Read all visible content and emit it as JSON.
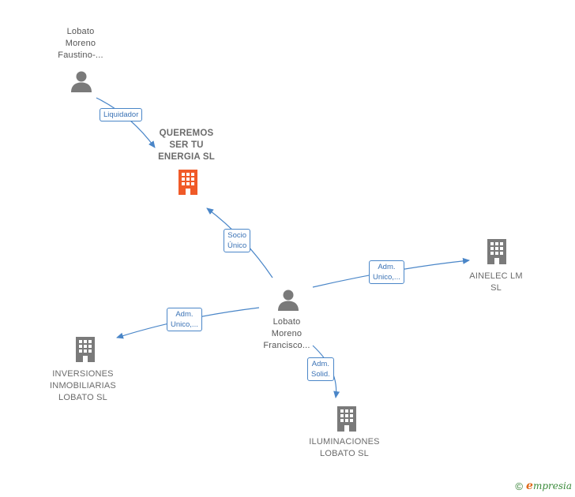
{
  "nodes": {
    "faustino": {
      "lines": [
        "Lobato",
        "Moreno",
        "Faustino-..."
      ],
      "type": "person"
    },
    "queremos": {
      "lines": [
        "QUEREMOS",
        "SER TU",
        "ENERGIA  SL"
      ],
      "type": "company-main"
    },
    "francisco": {
      "lines": [
        "Lobato",
        "Moreno",
        "Francisco..."
      ],
      "type": "person"
    },
    "ainelec": {
      "lines": [
        "AINELEC LM",
        "SL"
      ],
      "type": "company"
    },
    "inversiones": {
      "lines": [
        "INVERSIONES",
        "INMOBILIARIAS",
        "LOBATO  SL"
      ],
      "type": "company"
    },
    "iluminaciones": {
      "lines": [
        "ILUMINACIONES",
        "LOBATO SL"
      ],
      "type": "company"
    }
  },
  "edges": {
    "liquidador": {
      "lines": [
        "Liquidador"
      ]
    },
    "socio": {
      "lines": [
        "Socio",
        "Único"
      ]
    },
    "adm_ainelec": {
      "lines": [
        "Adm.",
        "Unico,..."
      ]
    },
    "adm_inversiones": {
      "lines": [
        "Adm.",
        "Unico,..."
      ]
    },
    "adm_iluminaciones": {
      "lines": [
        "Adm.",
        "Solid."
      ]
    }
  },
  "colors": {
    "edge": "#4a86c8",
    "main_company_icon": "#f05a28",
    "company_icon": "#7a7a7a",
    "person_icon": "#7a7a7a"
  },
  "footer": {
    "copyright": "©",
    "brand_initial": "e",
    "brand_rest": "mpresia"
  }
}
